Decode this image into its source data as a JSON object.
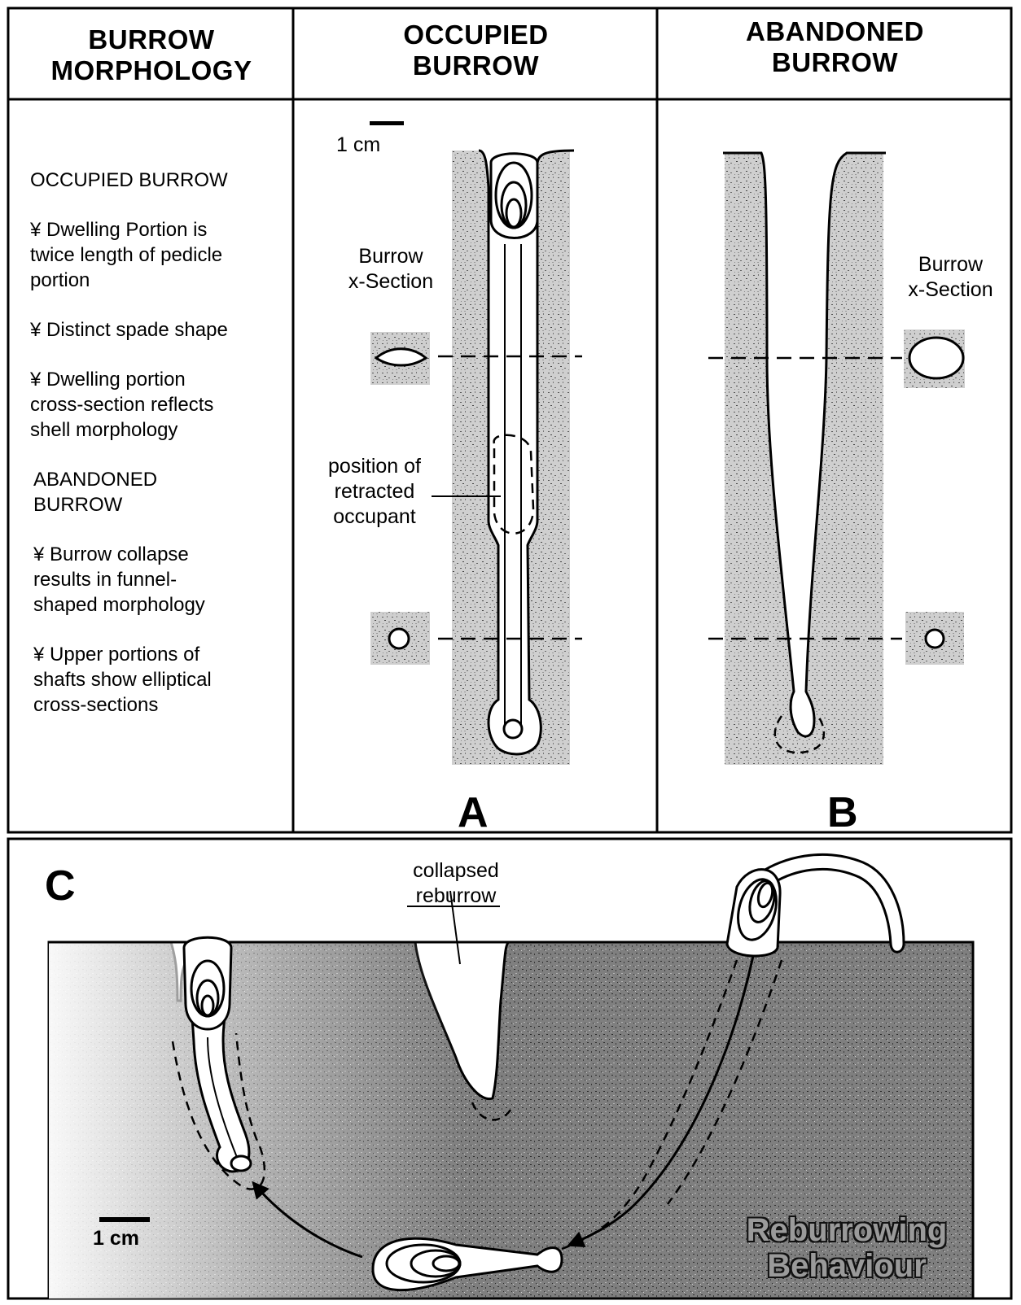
{
  "headers": {
    "col1": [
      "BURROW",
      "MORPHOLOGY"
    ],
    "col2": [
      "OCCUPIED",
      "BURROW"
    ],
    "col3": [
      "ABANDONED",
      "BURROW"
    ]
  },
  "notes": {
    "occupied_title": "OCCUPIED BURROW",
    "occupied_points": [
      [
        "¥ Dwelling Portion is",
        "twice  length of pedicle",
        "portion"
      ],
      [
        "¥ Distinct spade shape"
      ],
      [
        "¥ Dwelling portion",
        "cross-section reflects",
        "shell morphology"
      ]
    ],
    "abandoned_title": [
      "ABANDONED",
      "BURROW"
    ],
    "abandoned_points": [
      [
        "¥ Burrow collapse",
        "results in funnel-",
        "shaped morphology"
      ],
      [
        "¥ Upper portions of",
        "shafts show elliptical",
        "cross-sections"
      ]
    ]
  },
  "panel_a": {
    "scale": "1 cm",
    "xsection_label": [
      "Burrow",
      "x-Section"
    ],
    "retracted_label": [
      "position of",
      "retracted",
      "occupant"
    ],
    "letter": "A"
  },
  "panel_b": {
    "xsection_label": [
      "Burrow",
      "x-Section"
    ],
    "letter": "B"
  },
  "panel_c": {
    "letter": "C",
    "collapsed_label": [
      "collapsed",
      "reburrow"
    ],
    "scale": "1 cm",
    "behaviour_label": [
      "Reburrowing",
      "Behaviour"
    ]
  }
}
